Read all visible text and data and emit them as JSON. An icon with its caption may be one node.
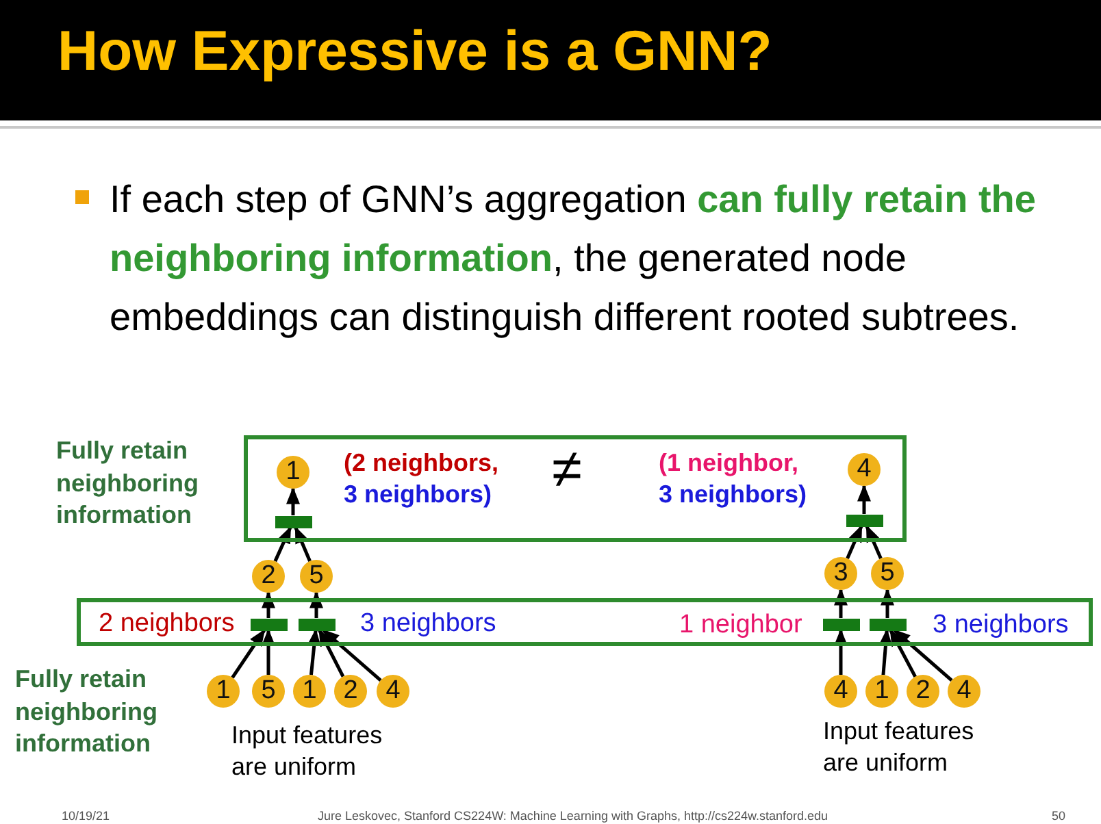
{
  "diagram": {
    "title": "How Expressive is a GNN?",
    "nodes": [
      {
        "text": [
          "(2 neighbors, 3 neighbors)",
          "≠",
          "(1 neighbor, 3 neighbors)"
        ]
      },
      {
        "text": [
          "1"
        ],
        "in": 0
      },
      {
        "text": [],
        "shape": "bar",
        "in": 0
      },
      {
        "text": [
          "4"
        ],
        "in": 0
      },
      {
        "text": [],
        "shape": "bar",
        "in": 0
      },
      {
        "text": [
          "2"
        ]
      },
      {
        "text": [
          "5"
        ]
      },
      {
        "text": [
          "3"
        ]
      },
      {
        "text": [
          "5"
        ]
      },
      {
        "text": [
          "2 neighbors",
          "3 neighbors",
          "1 neighbor",
          "3 neighbors"
        ]
      },
      {
        "text": [],
        "shape": "bar",
        "in": 9
      },
      {
        "text": [],
        "shape": "bar",
        "in": 9
      },
      {
        "text": [],
        "shape": "bar",
        "in": 9
      },
      {
        "text": [],
        "shape": "bar",
        "in": 9
      },
      {
        "text": [
          "1"
        ]
      },
      {
        "text": [
          "5"
        ]
      },
      {
        "text": [
          "1"
        ]
      },
      {
        "text": [
          "2"
        ]
      },
      {
        "text": [
          "4"
        ]
      },
      {
        "text": [
          "4"
        ]
      },
      {
        "text": [
          "1"
        ]
      },
      {
        "text": [
          "2"
        ]
      },
      {
        "text": [
          "4"
        ]
      }
    ],
    "edges": [
      {
        "from": 2,
        "to": 1,
        "arrow": "to"
      },
      {
        "from": 4,
        "to": 3,
        "arrow": "to"
      },
      {
        "from": 5,
        "to": 2,
        "arrow": "to"
      },
      {
        "from": 6,
        "to": 2,
        "arrow": "to"
      },
      {
        "from": 7,
        "to": 4,
        "arrow": "to"
      },
      {
        "from": 8,
        "to": 4,
        "arrow": "to"
      },
      {
        "from": 10,
        "to": 5,
        "arrow": "to"
      },
      {
        "from": 11,
        "to": 6,
        "arrow": "to"
      },
      {
        "from": 12,
        "to": 7,
        "arrow": "to"
      },
      {
        "from": 13,
        "to": 8,
        "arrow": "to"
      },
      {
        "from": 14,
        "to": 10,
        "arrow": "to"
      },
      {
        "from": 15,
        "to": 10,
        "arrow": "to"
      },
      {
        "from": 16,
        "to": 11,
        "arrow": "to"
      },
      {
        "from": 17,
        "to": 11,
        "arrow": "to"
      },
      {
        "from": 18,
        "to": 11,
        "arrow": "to"
      },
      {
        "from": 19,
        "to": 12,
        "arrow": "to"
      },
      {
        "from": 20,
        "to": 13,
        "arrow": "to"
      },
      {
        "from": 21,
        "to": 13,
        "arrow": "to"
      },
      {
        "from": 22,
        "to": 13,
        "arrow": "to"
      }
    ],
    "labels": [
      "If each step of GNN’s aggregation **can fully retain the neighboring information**, the generated node embeddings can distinguish different rooted subtrees.",
      "Fully retain neighboring information",
      "Fully retain neighboring information",
      "Input features are uniform",
      "Input features are uniform",
      "10/19/21",
      "Jure Leskovec, Stanford CS224W: Machine Learning with Graphs, http://cs224w.stanford.edu",
      "50"
    ]
  }
}
